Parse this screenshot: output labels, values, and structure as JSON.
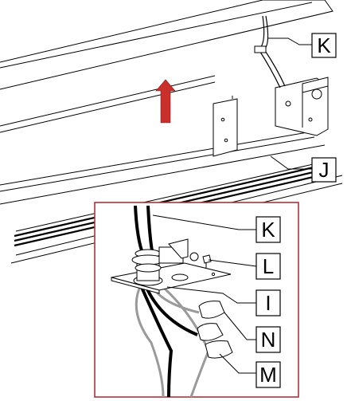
{
  "labels": {
    "k_top": "K",
    "j": "J",
    "k_inset": "K",
    "l": "L",
    "i": "I",
    "n": "N",
    "m": "M"
  },
  "colors": {
    "arrow": "#c9302c",
    "inset_border": "#b0323a",
    "line": "#000000",
    "gray_wire": "#9a9a9a"
  },
  "icons": {
    "arrow": "up-arrow-icon"
  }
}
